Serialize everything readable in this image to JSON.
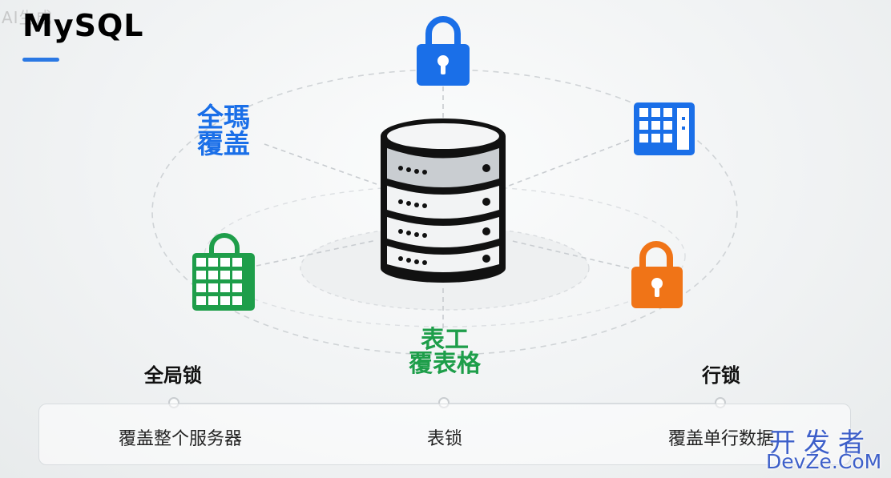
{
  "watermark": "AI生成",
  "title": "MySQL",
  "diagram_labels": {
    "global_coverage": [
      "全瑪",
      "覆盖"
    ],
    "table_coverage": [
      "表工",
      "覆表格"
    ]
  },
  "columns": [
    {
      "heading": "全局锁",
      "description": "覆盖整个服务器"
    },
    {
      "heading": "",
      "description": "表锁"
    },
    {
      "heading": "行锁",
      "description": "覆盖单行数据"
    }
  ],
  "brand": {
    "cn": "开发者",
    "en": "DevZe.CoM"
  },
  "icons": {
    "center": "database-server-icon",
    "top": "padlock-icon",
    "top_right": "table-grid-icon",
    "left": "table-padlock-icon",
    "right": "padlock-icon"
  },
  "colors": {
    "blue": "#1a6fe8",
    "green": "#1e9e4a",
    "orange": "#f07417",
    "title_accent": "#2a78e4",
    "brand": "#3d5fc9"
  }
}
